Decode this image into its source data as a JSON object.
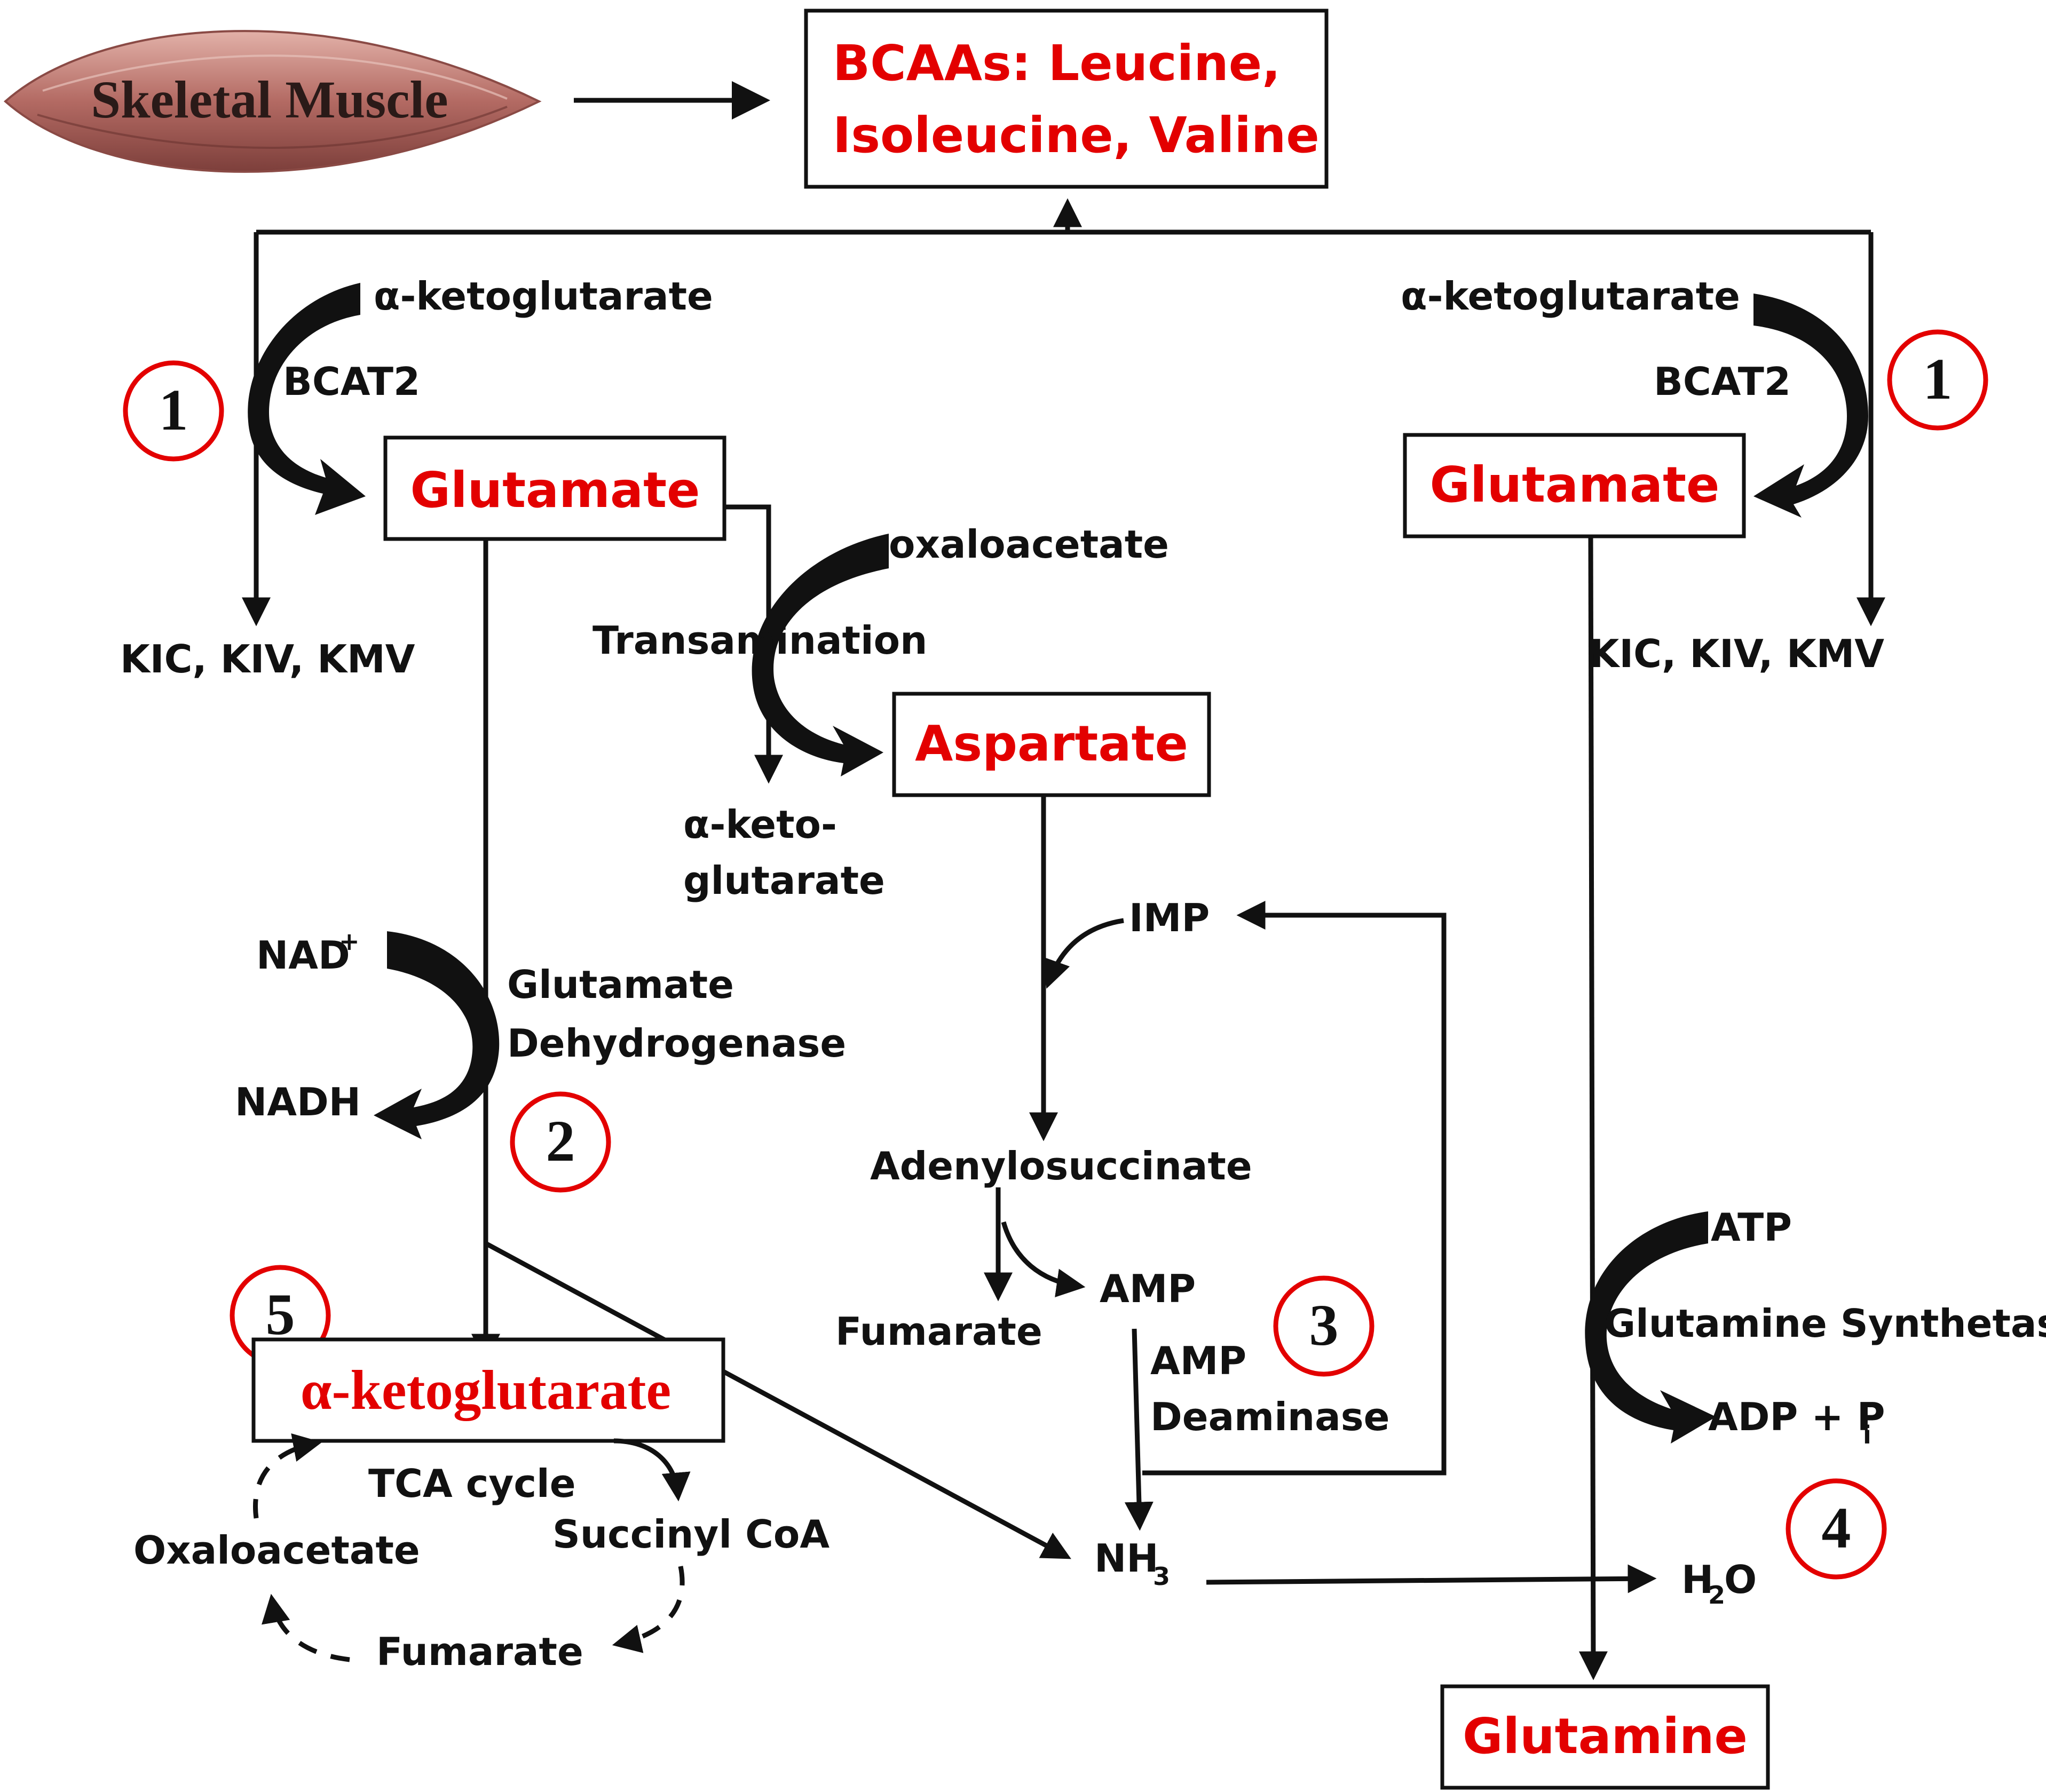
{
  "muscle": {
    "label": "Skeletal Muscle"
  },
  "bcaa": {
    "line1": "BCAAs: Leucine,",
    "line2": "Isoleucine, Valine"
  },
  "left": {
    "akg": "α-ketoglutarate",
    "enzyme": "BCAT2",
    "product": "Glutamate",
    "keto_acids": "KIC, KIV, KMV",
    "step": "1"
  },
  "right": {
    "akg": "α-ketoglutarate",
    "enzyme": "BCAT2",
    "product": "Glutamate",
    "keto_acids": "KIC, KIV, KMV",
    "step": "1"
  },
  "transamination": {
    "substrate": "oxaloacetate",
    "enzyme": "Transamination",
    "product": "Aspartate",
    "byproduct_line1": "α-keto-",
    "byproduct_line2": "glutarate"
  },
  "gdh": {
    "cofactor_in": "NAD",
    "cofactor_in_sup": "+",
    "cofactor_out": "NADH",
    "enzyme_line1": "Glutamate",
    "enzyme_line2": "Dehydrogenase",
    "step": "2"
  },
  "purine_cycle": {
    "imp": "IMP",
    "adenylosuccinate": "Adenylosuccinate",
    "fumarate": "Fumarate",
    "amp": "AMP",
    "enzyme_line1": "AMP",
    "enzyme_line2": "Deaminase",
    "step": "3"
  },
  "ammonia": {
    "label": "NH",
    "sub": "3"
  },
  "water": {
    "label_h": "H",
    "sub": "2",
    "label_o": "O"
  },
  "glutamine_synthesis": {
    "atp": "ATP",
    "enzyme": "Glutamine Synthetase",
    "adp": "ADP + P",
    "adp_sub": "i",
    "step": "4",
    "product": "Glutamine"
  },
  "tca": {
    "akg": "α-ketoglutarate",
    "step": "5",
    "label": "TCA cycle",
    "succinyl": "Succinyl CoA",
    "fumarate": "Fumarate",
    "oxaloacetate": "Oxaloacetate"
  },
  "colors": {
    "highlight": "#e30000",
    "line": "#111111",
    "muscle": "#b87070"
  }
}
